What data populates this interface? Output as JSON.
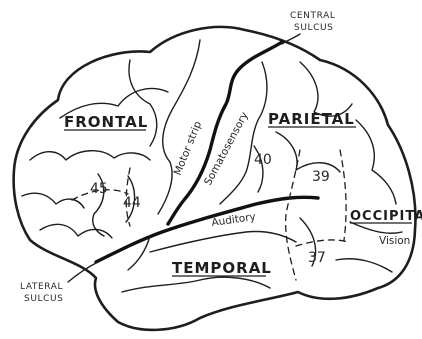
{
  "labels": {
    "central_sulcus": [
      "CENTRAL",
      "SULCUS"
    ],
    "lateral_sulcus": [
      "LATERAL",
      "SULCUS"
    ],
    "frontal": "FRONTAL",
    "parietal": "PARIETAL",
    "temporal": "TEMPORAL",
    "occipital": "OCCIPITAL",
    "motor_strip": "Motor strip",
    "somatosensory": "Somatosensory",
    "auditory": "Auditory",
    "vision": "Vision",
    "area_45": "45",
    "area_44": "44",
    "area_40": "40",
    "area_39": "39",
    "area_37": "37"
  },
  "colors": {
    "ink": "#1e1e1e",
    "background": "#ffffff"
  }
}
